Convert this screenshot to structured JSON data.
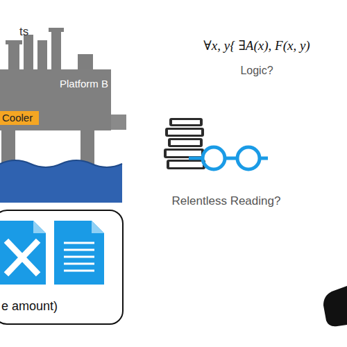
{
  "diagram": {
    "nodes": [
      {
        "text": [
          "Platform B"
        ]
      },
      {
        "text": [
          "Cooler"
        ],
        "in": 0
      },
      {
        "text": [
          "e amount)"
        ]
      }
    ],
    "labels": [
      "ts",
      "∀x, y{ ∃A(x), F(x, y)",
      "Logic?",
      "Relentless Reading?"
    ]
  }
}
